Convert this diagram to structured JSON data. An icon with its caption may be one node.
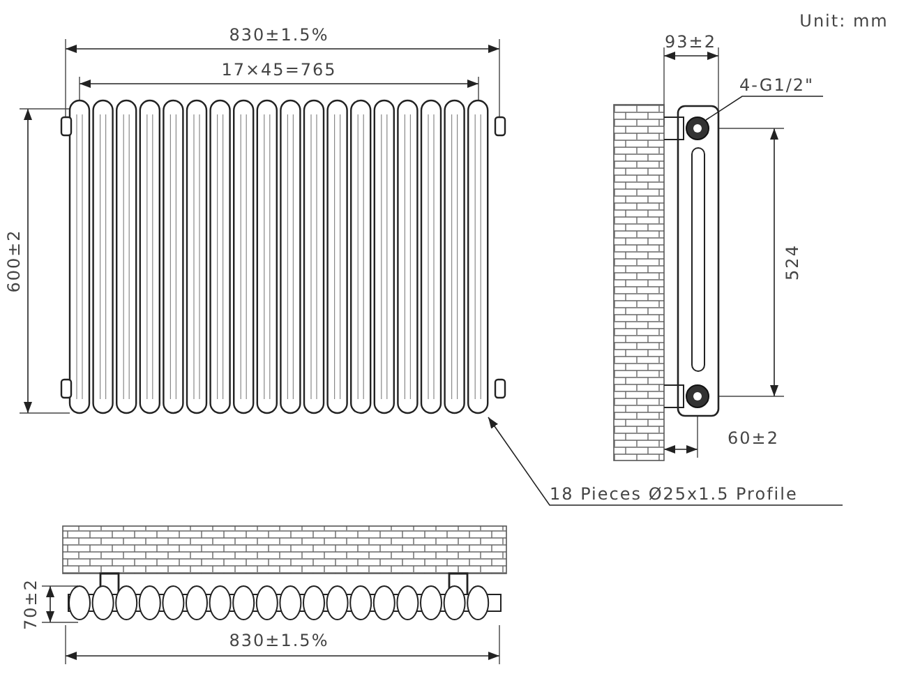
{
  "diagram": {
    "nodes": [
      {
        "text": [
          "18 Pieces Ø25x1.5 Profile"
        ]
      },
      {
        "text": [],
        "shape": "picture"
      },
      {
        "text": [
          "4-G1/2\""
        ]
      },
      {
        "text": [],
        "shape": "circle"
      }
    ],
    "edges": [
      {
        "from": 0,
        "to": 1,
        "arrow": "to"
      },
      {
        "from": 2,
        "to": 3,
        "arrow": "none"
      }
    ],
    "labels": [
      "Unit: mm",
      "830±1.5%",
      "17×45=765",
      "600±2",
      "93±2",
      "524",
      "60±2",
      "70±2",
      "830±1.5%"
    ]
  }
}
